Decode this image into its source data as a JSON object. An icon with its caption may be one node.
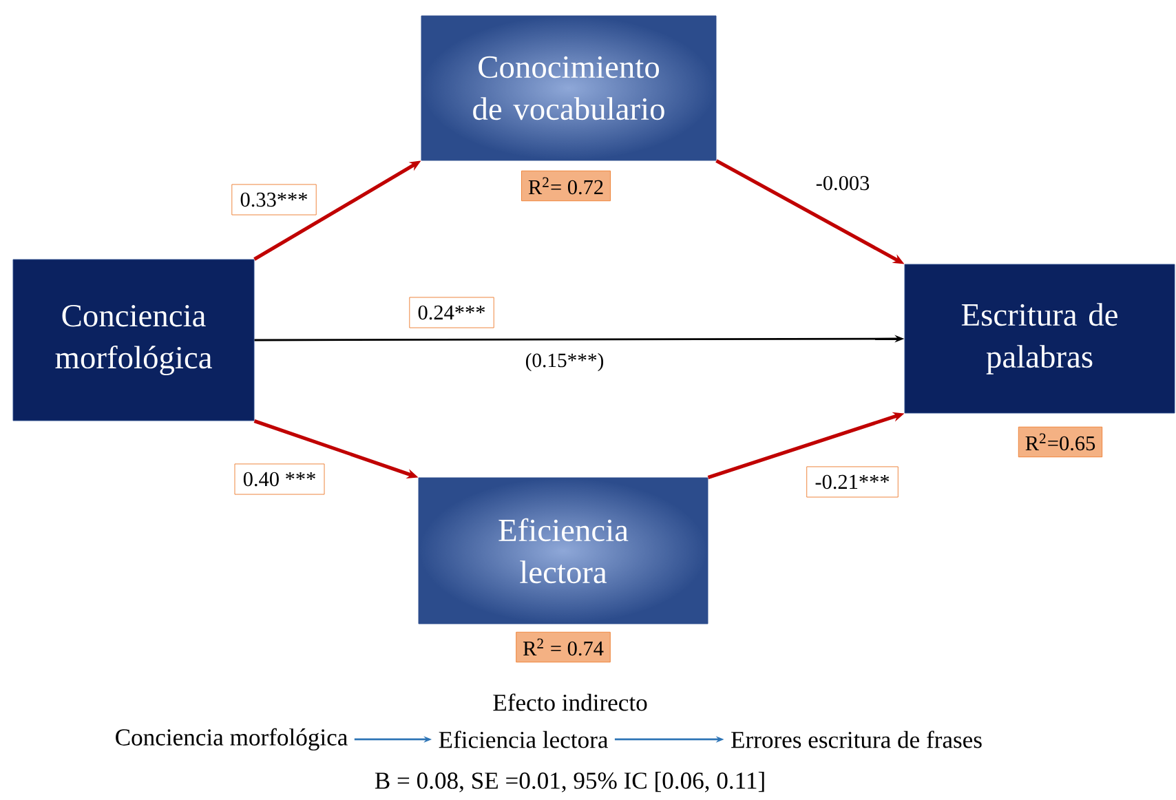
{
  "diagram": {
    "nodes": [
      {
        "text": [
          "Conciencia morfológica"
        ]
      },
      {
        "text": [
          "Conocimiento de vocabulario"
        ],
        "beside": [
          "R$^{2}$= 0.72"
        ]
      },
      {
        "text": [
          "Eficiencia lectora"
        ],
        "beside": [
          "R$^{2}$ = 0.74"
        ]
      },
      {
        "text": [
          "Escritura de palabras"
        ],
        "beside": [
          "R$^{2}$=0.65"
        ]
      },
      {
        "text": [
          "Conciencia morfológica"
        ]
      },
      {
        "text": [
          "Eficiencia lectora"
        ]
      },
      {
        "text": [
          "Errores escritura de frases"
        ]
      }
    ],
    "edges": [
      {
        "from": 0,
        "to": 1,
        "arrow": "to",
        "label": "0.33***"
      },
      {
        "from": 1,
        "to": 3,
        "arrow": "to",
        "label": "-0.003"
      },
      {
        "from": 0,
        "to": 3,
        "arrow": "to",
        "label": "0.24***",
        "color": "#000000"
      },
      {
        "from": 0,
        "to": 2,
        "arrow": "to",
        "label": "0.40 ***"
      },
      {
        "from": 2,
        "to": 3,
        "arrow": "to",
        "label": "-0.21***"
      },
      {
        "from": 4,
        "to": 5,
        "arrow": "to",
        "color": "#2e75b6"
      },
      {
        "from": 5,
        "to": 6,
        "arrow": "to",
        "color": "#2e75b6"
      }
    ],
    "labels": [
      "(0.15***)",
      "Efecto indirecto",
      "B = 0.08, SE =0.01, 95% IC [0.06,  0.11]"
    ]
  }
}
